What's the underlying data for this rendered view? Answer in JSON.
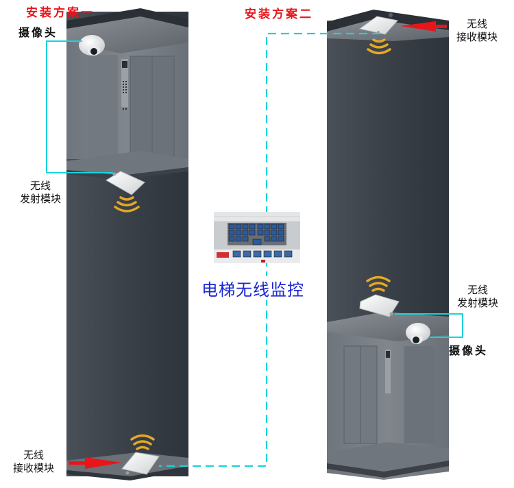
{
  "diagram": {
    "title": "电梯无线监控",
    "colors": {
      "scheme_title": "#e8161b",
      "center_title": "#1a26d6",
      "wire": "#1ad3dc",
      "signal": "#e5a825",
      "arrow": "#e8161b",
      "shaft_dark": "#3e444c",
      "shaft_mid": "#5a6068"
    },
    "scheme_one": {
      "title": "安装方案一",
      "camera_label": "摄像头",
      "transmitter_label_line1": "无线",
      "transmitter_label_line2": "发射模块",
      "receiver_label_line1": "无线",
      "receiver_label_line2": "接收模块"
    },
    "scheme_two": {
      "title": "安装方案二",
      "receiver_label_line1": "无线",
      "receiver_label_line2": "接收模块",
      "transmitter_label_line1": "无线",
      "transmitter_label_line2": "发射模块",
      "camera_label": "摄像头"
    },
    "monitoring_room": {
      "label": "电梯无线监控"
    }
  }
}
